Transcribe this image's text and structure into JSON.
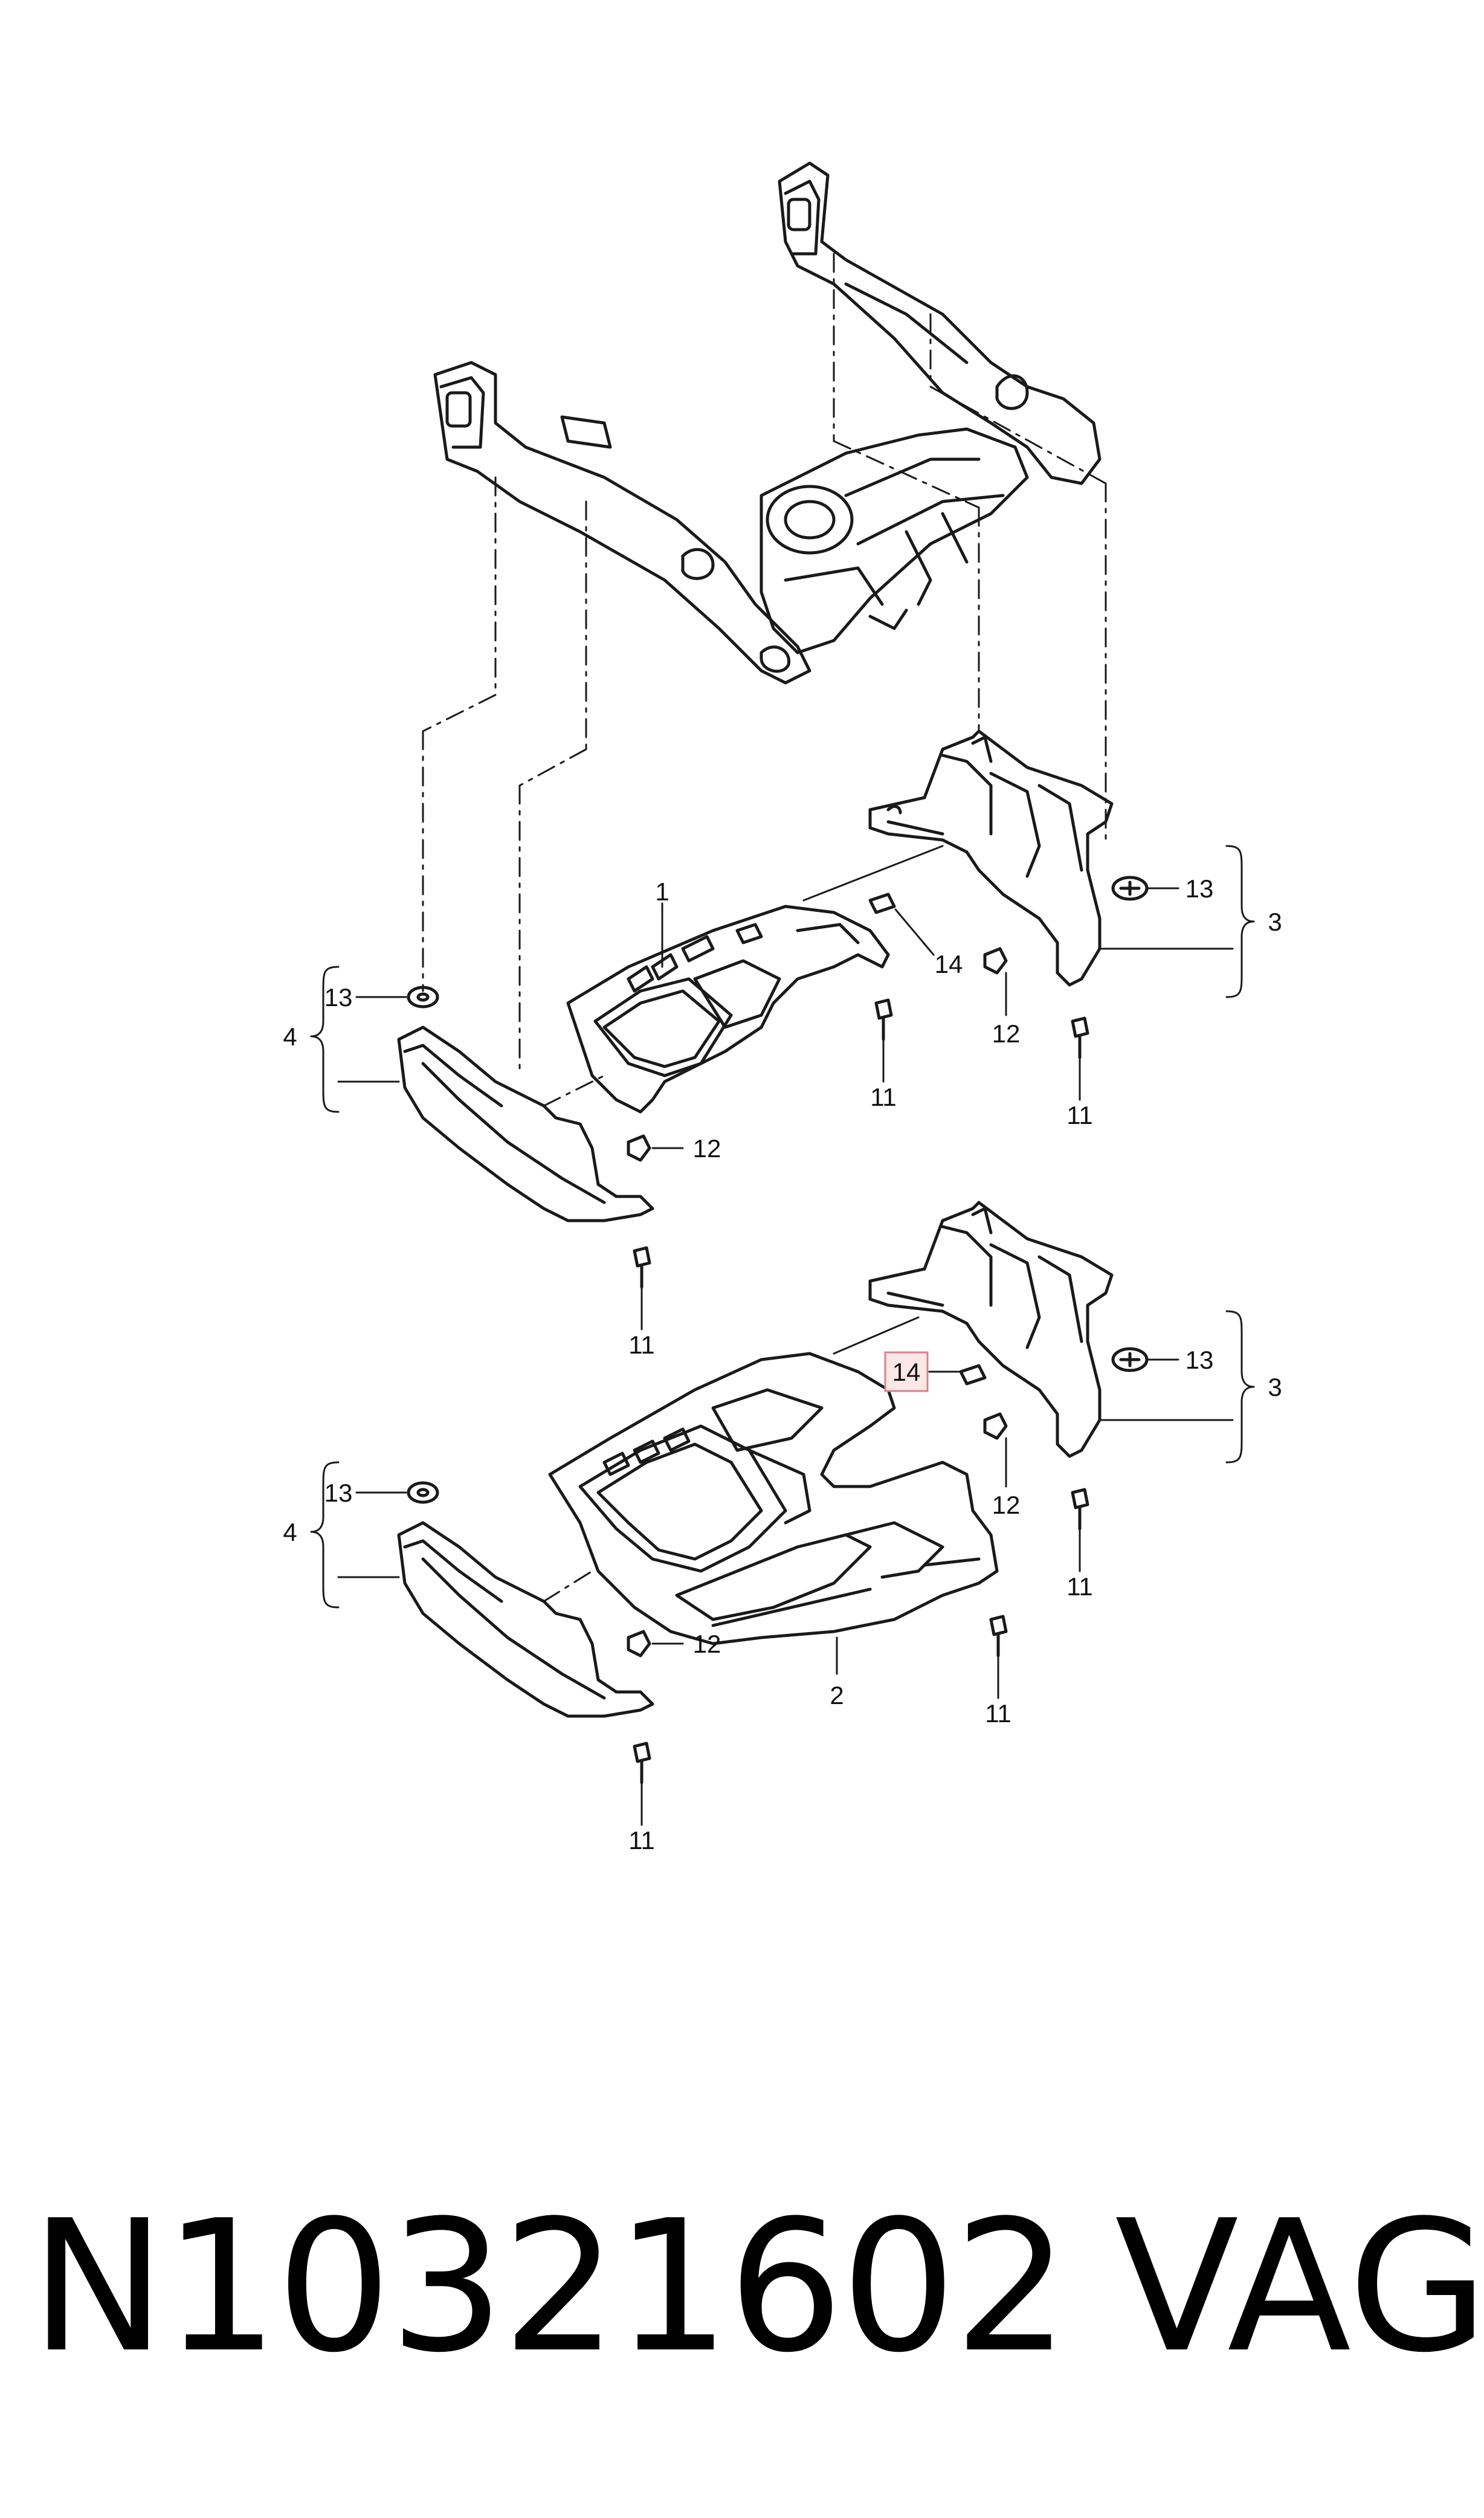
{
  "diagram": {
    "callouts": {
      "upper_1": "1",
      "upper_3": "3",
      "upper_4": "4",
      "upper_11_left": "11",
      "upper_11_mid": "11",
      "upper_11_right": "11",
      "upper_12_left": "12",
      "upper_12_right": "12",
      "upper_13_left": "13",
      "upper_13_right": "13",
      "upper_14": "14",
      "lower_2": "2",
      "lower_3": "3",
      "lower_4": "4",
      "lower_11_left": "11",
      "lower_11_mid": "11",
      "lower_11_right": "11",
      "lower_12_left": "12",
      "lower_12_right": "12",
      "lower_13_left": "13",
      "lower_13_right": "13",
      "lower_14": "14"
    },
    "highlight_color": "#e8a0a8"
  },
  "footer": {
    "part_number": "N10321602",
    "brand": "VAG"
  }
}
